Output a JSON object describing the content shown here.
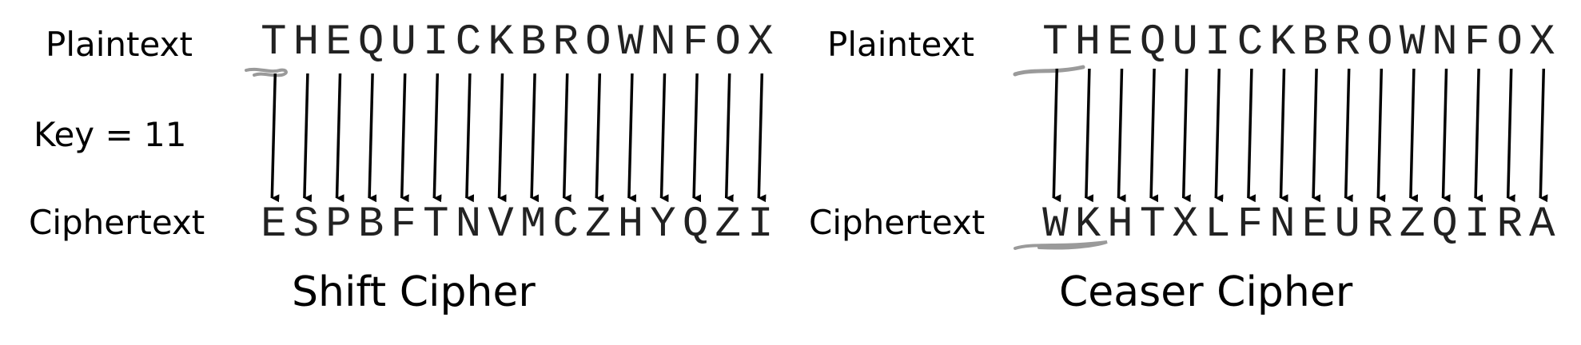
{
  "panels": [
    {
      "plaintext_label": "Plaintext",
      "key_label": "Key = 11",
      "ciphertext_label": "Ciphertext",
      "plaintext": "THEQUICKBROWNFOX",
      "ciphertext": "ESPBFTNVMCZHYQZI",
      "title": "Shift Cipher"
    },
    {
      "plaintext_label": "Plaintext",
      "ciphertext_label": "Ciphertext",
      "plaintext": "THEQUICKBROWNFOX",
      "ciphertext": "WKHTXLFNEURZQIRA",
      "title": "Ceaser Cipher"
    }
  ],
  "colors": {
    "arrow": "#000000",
    "text": "#222222",
    "scribble": "#999999"
  }
}
